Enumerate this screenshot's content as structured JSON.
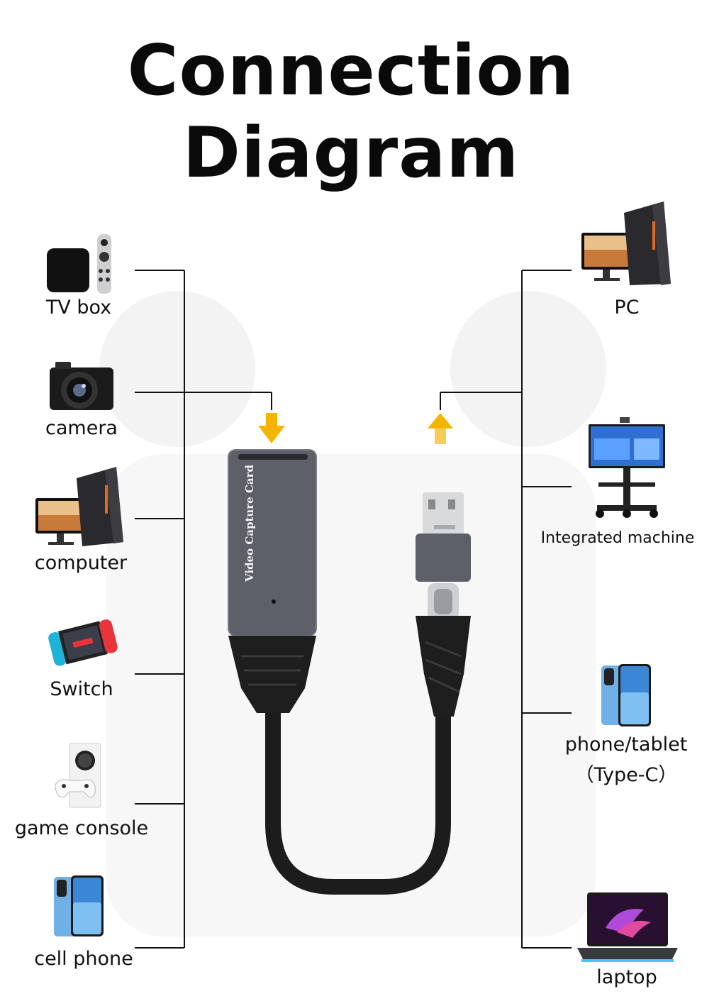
{
  "title": {
    "line1": "Connection",
    "line2": "Diagram"
  },
  "product": {
    "label": "Video Capture Card"
  },
  "inputs": [
    {
      "label": "TV box",
      "icon": "tv-box-icon"
    },
    {
      "label": "camera",
      "icon": "camera-icon"
    },
    {
      "label": "computer",
      "icon": "computer-icon"
    },
    {
      "label": "Switch",
      "icon": "switch-console-icon"
    },
    {
      "label": "game console",
      "icon": "game-console-icon"
    },
    {
      "label": "cell phone",
      "icon": "cell-phone-icon"
    }
  ],
  "outputs": [
    {
      "label": "PC",
      "icon": "pc-icon"
    },
    {
      "label": "Integrated machine",
      "icon": "integrated-machine-icon"
    },
    {
      "label": "phone/tablet",
      "label2": "（Type-C）",
      "icon": "phone-tablet-icon"
    },
    {
      "label": "laptop",
      "icon": "laptop-icon"
    }
  ],
  "colors": {
    "arrow": "#f5b400",
    "line": "#111111",
    "card": "#5e6069",
    "cable": "#1c1c1c"
  }
}
